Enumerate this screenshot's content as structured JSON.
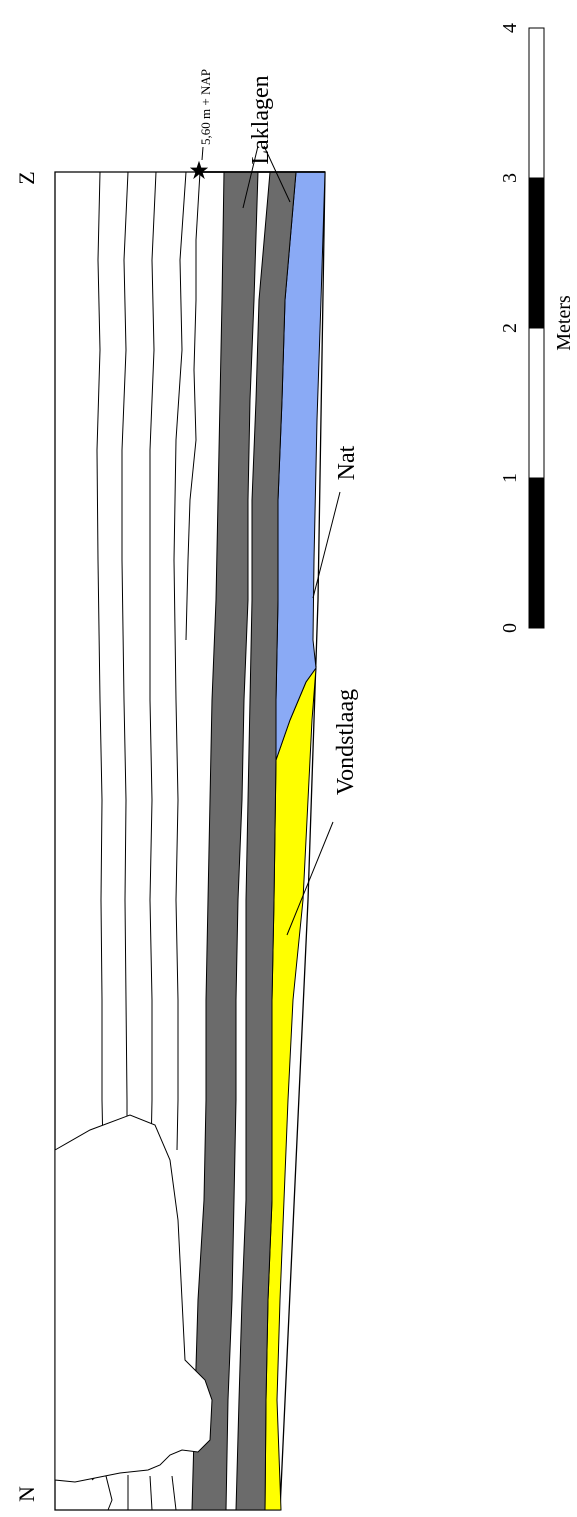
{
  "orientation": {
    "south": "Z",
    "north": "N"
  },
  "labels": {
    "elevation": "5,60 m + NAP",
    "laklagen": "Laklagen",
    "nat": "Nat",
    "vondstlaag": "Vondstlaag"
  },
  "scale_bar": {
    "unit": "Meters",
    "ticks": [
      "0",
      "1",
      "2",
      "3",
      "4"
    ],
    "segment_fill": [
      "black",
      "white",
      "black",
      "white"
    ]
  },
  "colors": {
    "laklaag": "#6b6b6b",
    "nat": "#8aaaf5",
    "vondstlaag": "#ffff00",
    "outline": "#000000",
    "background": "#ffffff"
  }
}
